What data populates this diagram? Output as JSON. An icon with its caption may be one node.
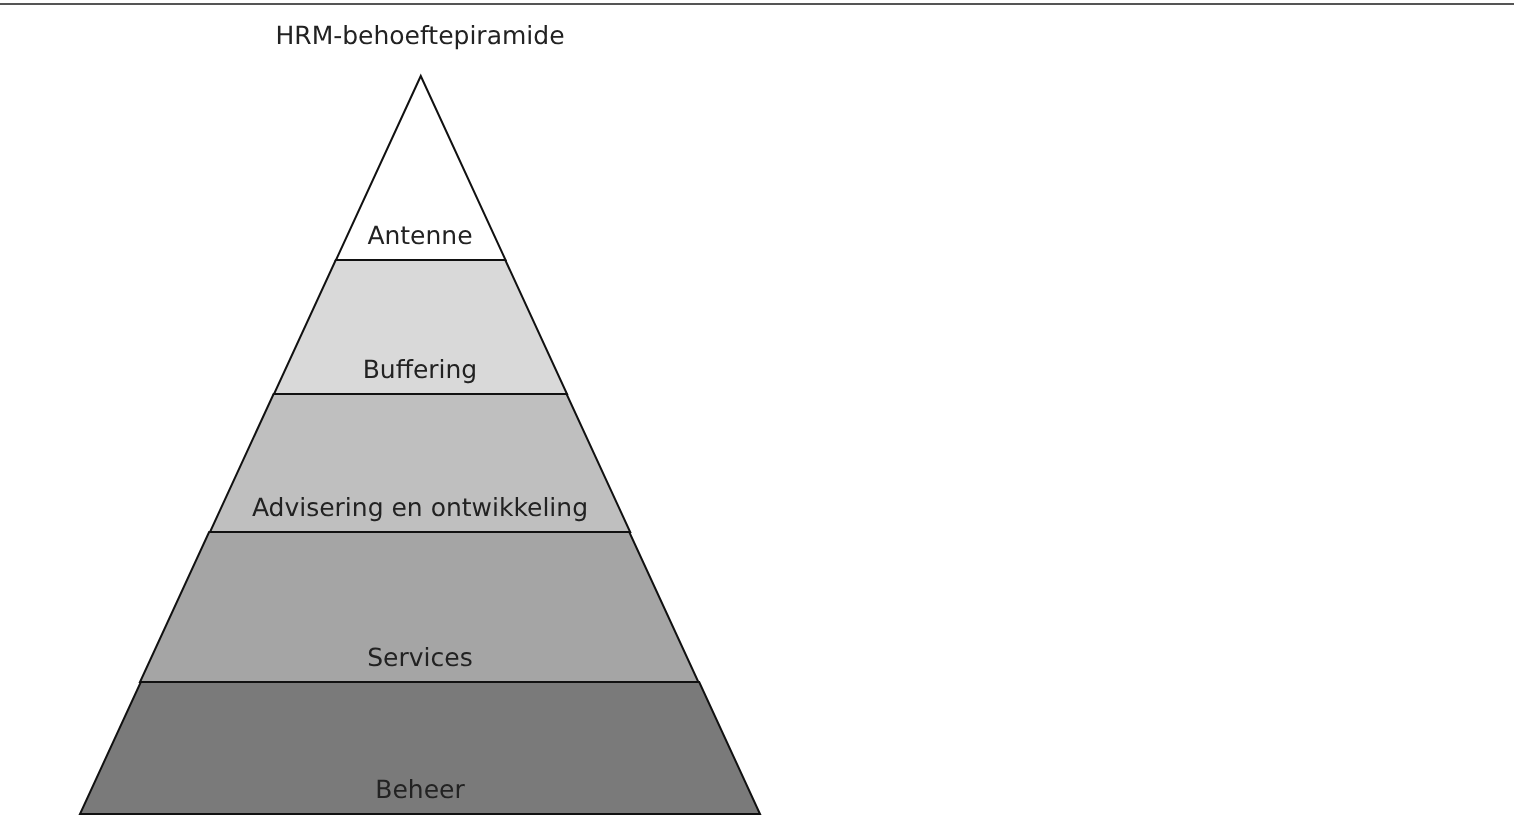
{
  "diagram": {
    "title": "HRM-behoeftepiramide",
    "nodes": [
      {
        "text": [
          "Antenne"
        ]
      },
      {
        "text": [
          "Buffering"
        ]
      },
      {
        "text": [
          "Advisering en ontwikkeling"
        ]
      },
      {
        "text": [
          "Services"
        ]
      },
      {
        "text": [
          "Beheer"
        ]
      }
    ]
  }
}
